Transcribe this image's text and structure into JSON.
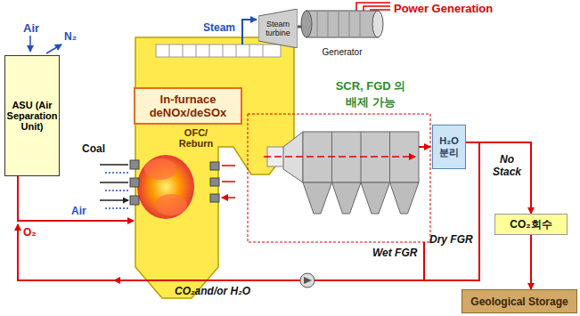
{
  "diagram": {
    "nodes": [
      {
        "text": [
          "ASU (Air Separation Unit)"
        ]
      },
      {
        "text": [
          "Steam turbine"
        ]
      },
      {
        "text": [
          "Generator"
        ]
      },
      {
        "text": [
          "In-furnace deNOx/deSOx"
        ]
      },
      {
        "text": [
          "H₂O 분리"
        ]
      },
      {
        "text": [
          "CO₂회수"
        ]
      },
      {
        "text": [
          "Geological Storage"
        ]
      }
    ],
    "edges": [
      {
        "from": 4,
        "to": 5,
        "arrow": "to"
      },
      {
        "from": 5,
        "to": 6,
        "arrow": "to"
      },
      {
        "from": 1,
        "to": 2,
        "arrow": "none"
      }
    ],
    "labels": [
      "Power Generation",
      "Steam",
      "Air",
      "N₂",
      "Coal",
      "OFC/ Reburn",
      "Air",
      "O₂",
      "SCR, FGD 의 배제 가능",
      "No Stack",
      "Wet FGR",
      "Dry FGR",
      "CO₂and/or H₂O"
    ]
  }
}
